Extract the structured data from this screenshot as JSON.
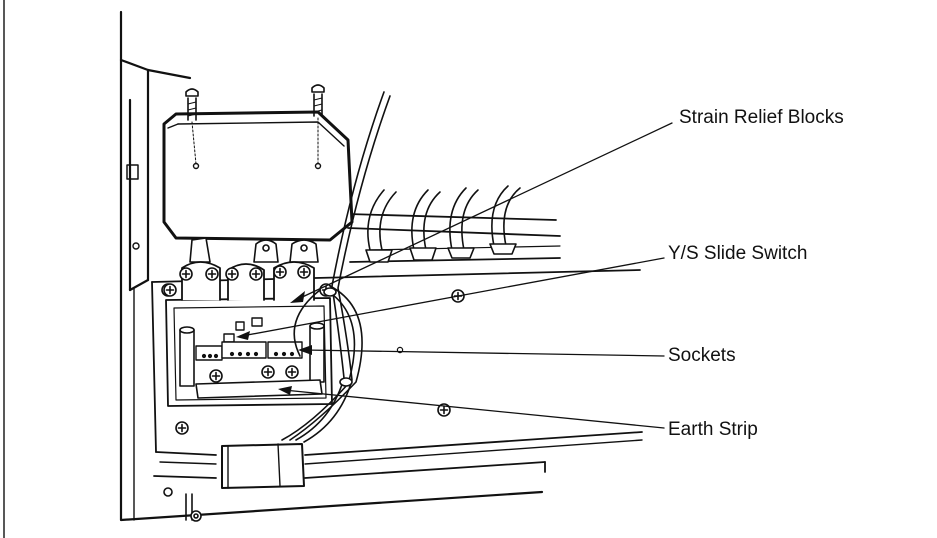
{
  "callouts": {
    "strain_relief_blocks": "Strain Relief Blocks",
    "ys_slide_switch": "Y/S Slide Switch",
    "sockets": "Sockets",
    "earth_strip": "Earth Strip"
  },
  "colors": {
    "line": "#111111",
    "background": "#ffffff"
  }
}
